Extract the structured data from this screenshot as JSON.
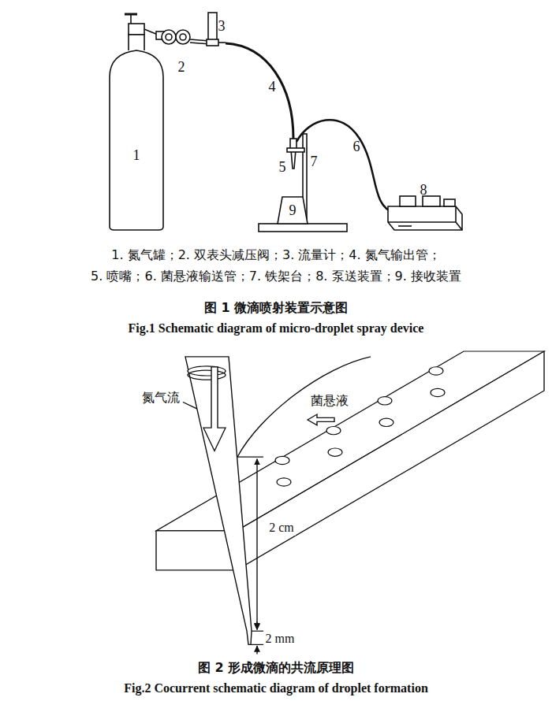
{
  "diagram": {
    "nodes": [
      {
        "text": [
          "1"
        ]
      },
      {
        "text": [
          "9"
        ]
      }
    ],
    "labels": [
      "2",
      "3",
      "4",
      "5",
      "6",
      "7",
      "8",
      "1. 氮气罐；2. 双表头减压阀；3. 流量计；4. 氮气输出管；",
      "5. 喷嘴；6. 菌悬液输送管；7. 铁架台；8. 泵送装置；9. 接收装置",
      "图 1 微滴喷射装置示意图",
      "Fig.1 Schematic diagram of micro-droplet spray device",
      "氮气流",
      "菌悬液",
      "2 cm",
      "2 mm",
      "图 2 形成微滴的共流原理图",
      "Fig.2 Cocurrent schematic diagram of droplet formation"
    ]
  }
}
